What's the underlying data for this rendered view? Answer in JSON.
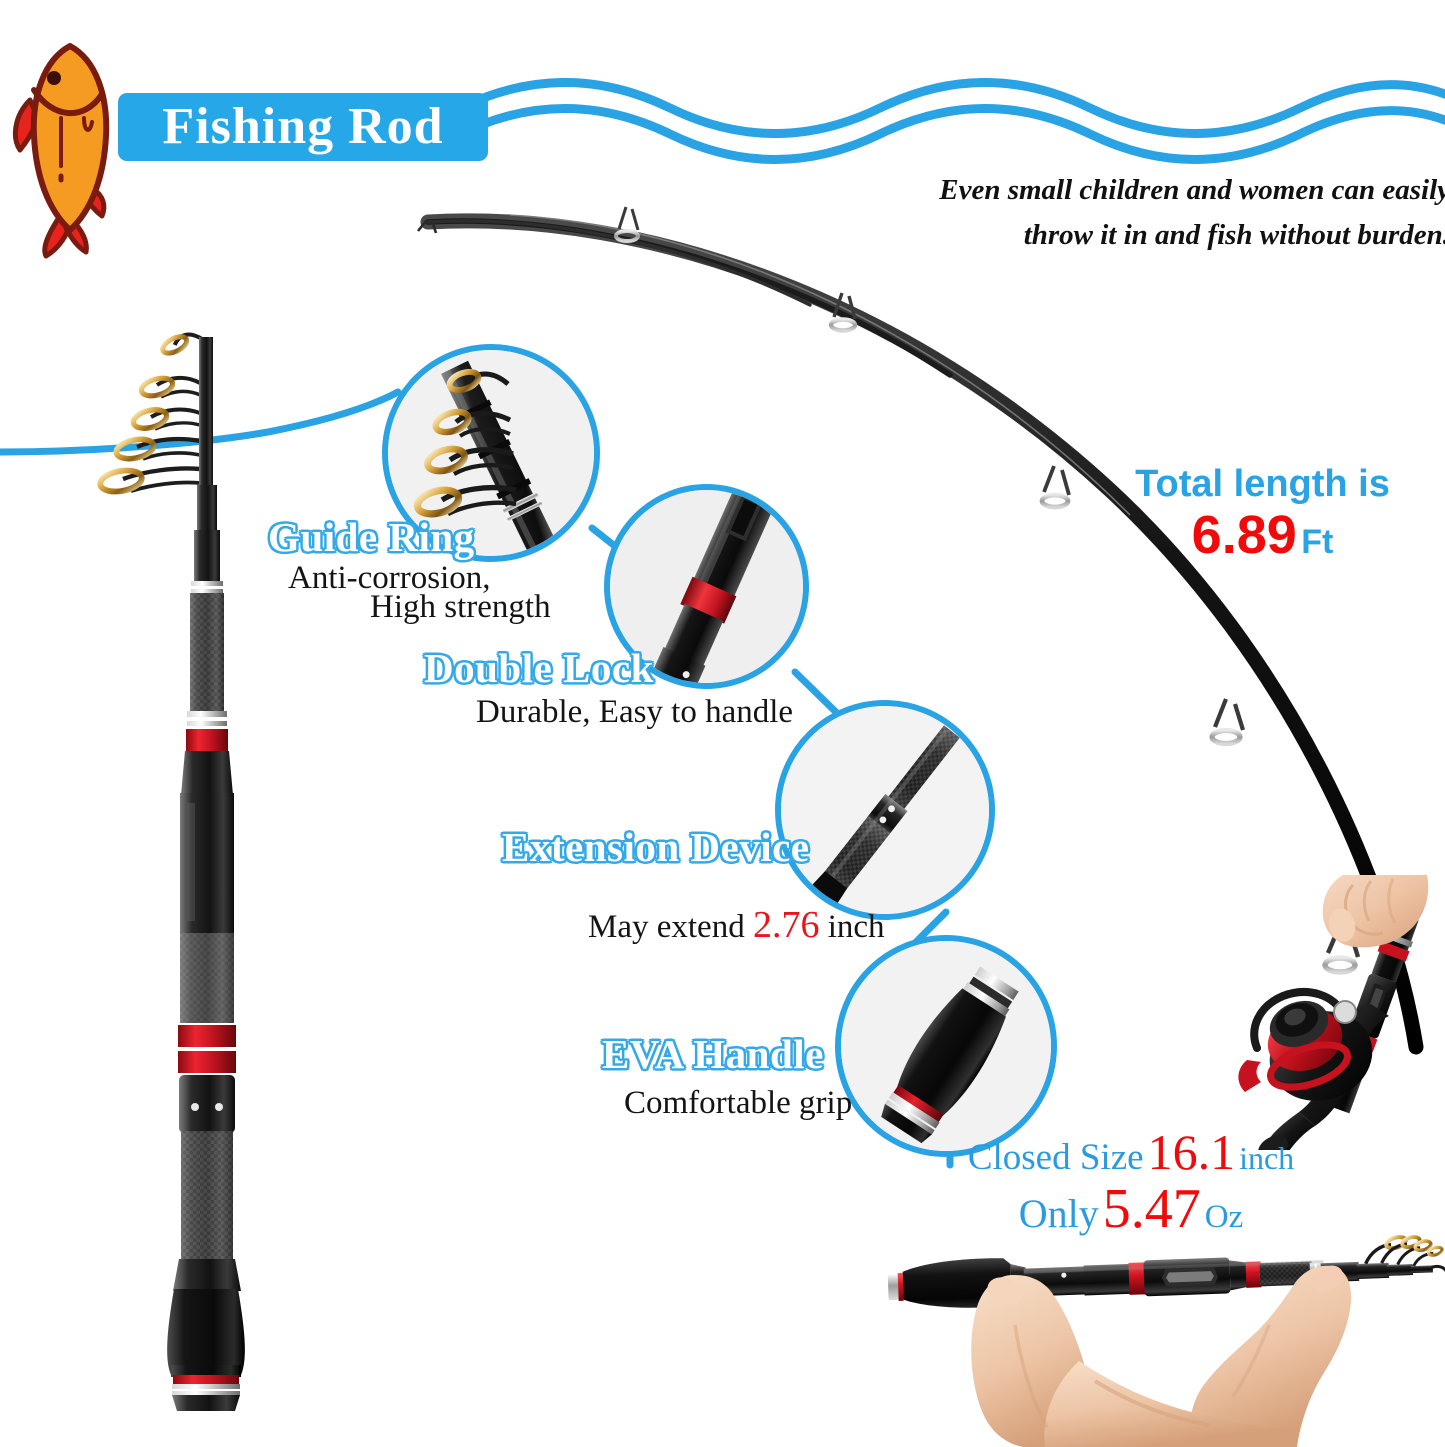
{
  "header": {
    "title": "Fishing Rod",
    "mascot_icon": "fish-icon",
    "wave_icon": "wave-divider-icon",
    "brand_blue": "#26A7E8",
    "accent_red": "#E8161C"
  },
  "tagline": {
    "line1": "Even small children and women can easily",
    "line2": "throw it in and fish without burden."
  },
  "callouts": [
    {
      "key": "guide_ring",
      "title": "Guide Ring",
      "sub1": "Anti-corrosion,",
      "sub2": "High strength",
      "zoom_icon": "magnifier-guide-ring"
    },
    {
      "key": "double_lock",
      "title": "Double Lock",
      "sub": "Durable, Easy to handle",
      "zoom_icon": "magnifier-double-lock"
    },
    {
      "key": "extension_device",
      "title": "Extension Device",
      "sub_pre": "May extend ",
      "sub_value": "2.76",
      "sub_post": " inch",
      "zoom_icon": "magnifier-extension-device"
    },
    {
      "key": "eva_handle",
      "title": "EVA Handle",
      "sub": "Comfortable grip",
      "zoom_icon": "magnifier-eva-handle"
    }
  ],
  "stats": {
    "total_length": {
      "label": "Total length is",
      "value": "6.89",
      "unit": "Ft"
    },
    "closed_size": {
      "label": "Closed Size",
      "value": "16.1",
      "unit": "inch"
    },
    "weight": {
      "label": "Only",
      "value": "5.47",
      "unit": "Oz"
    }
  },
  "photos": {
    "curved_rod": "bent-fishing-rod-photo",
    "vertical_rod": "collapsed-telescopic-rod-photo",
    "hand_reel": "hand-holding-rod-with-reel-photo",
    "hand_balance": "rod-balanced-on-fingers-photo"
  }
}
